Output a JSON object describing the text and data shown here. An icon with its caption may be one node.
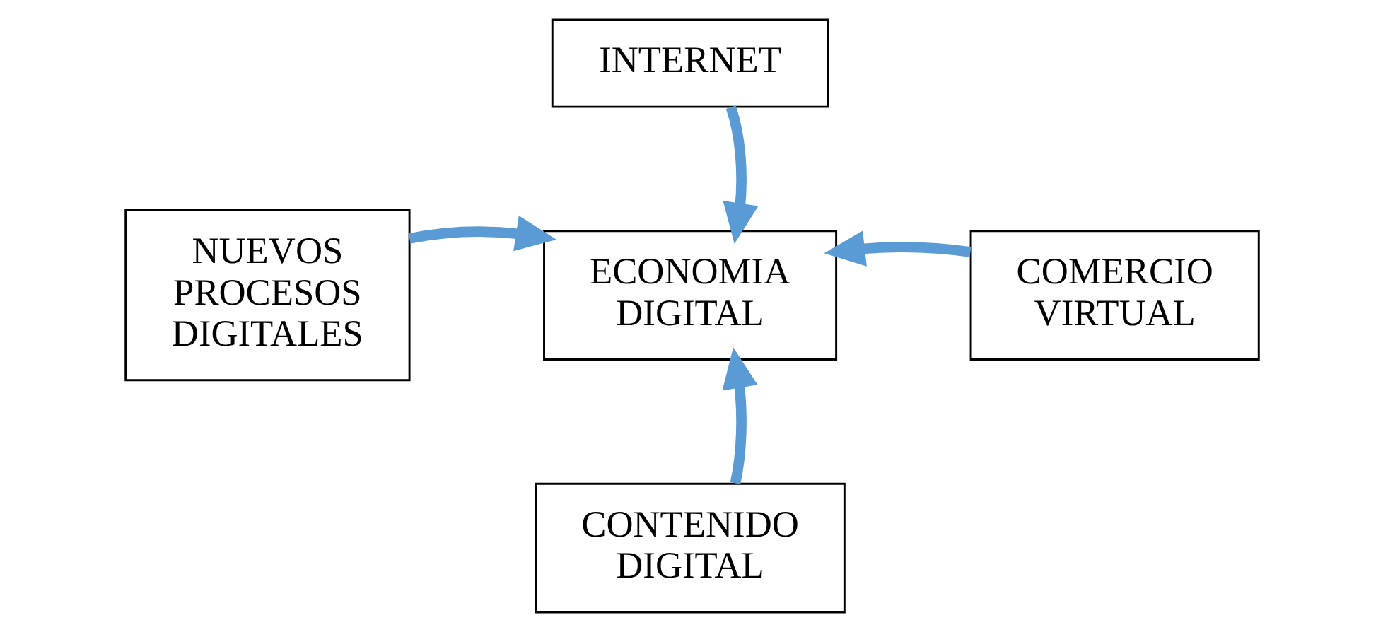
{
  "diagram": {
    "nodes": [
      {
        "text": [
          "INTERNET"
        ]
      },
      {
        "text": [
          "NUEVOS PROCESOS DIGITALES"
        ]
      },
      {
        "text": [
          "ECONOMIA DIGITAL"
        ]
      },
      {
        "text": [
          "COMERCIO VIRTUAL"
        ]
      },
      {
        "text": [
          "CONTENIDO DIGITAL"
        ]
      }
    ],
    "edges": [
      {
        "from": 0,
        "to": 2,
        "arrow": "to"
      },
      {
        "from": 1,
        "to": 2,
        "arrow": "to"
      },
      {
        "from": 3,
        "to": 2,
        "arrow": "to"
      },
      {
        "from": 4,
        "to": 2,
        "arrow": "to"
      }
    ]
  }
}
